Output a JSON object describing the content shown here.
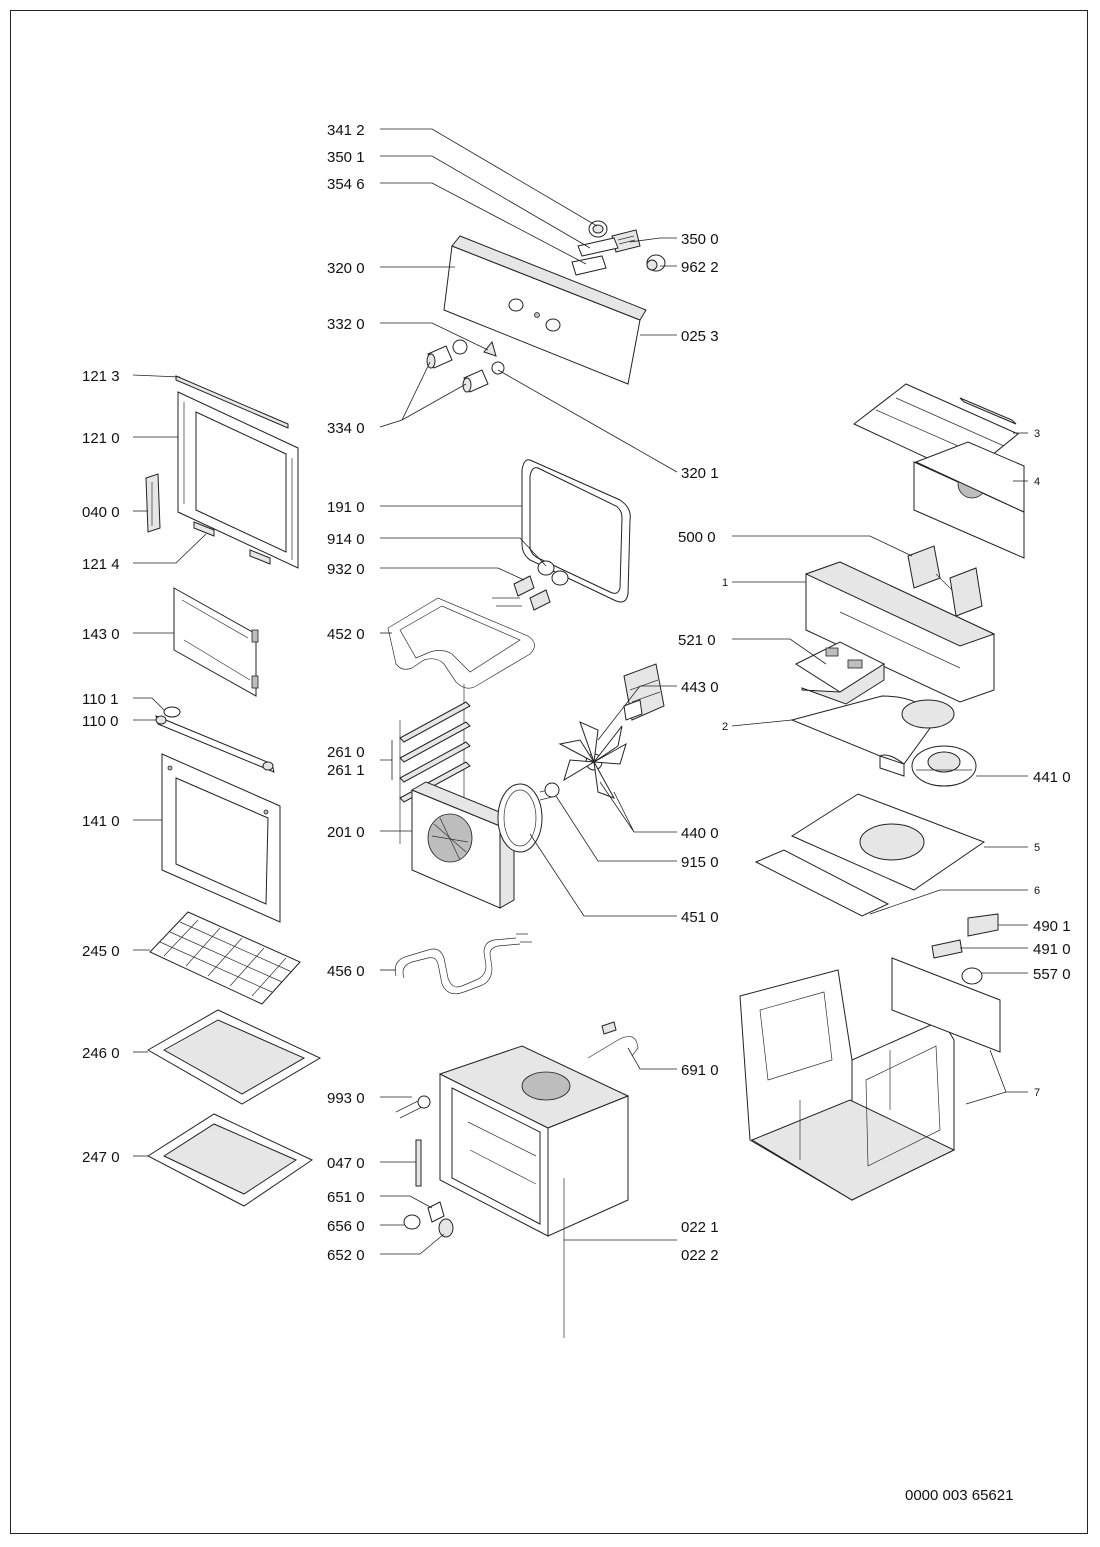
{
  "diagram": {
    "reference_number": "0000 003 65621",
    "callouts": [
      {
        "id": "c-3412",
        "text": "341 2"
      },
      {
        "id": "c-3501",
        "text": "350 1"
      },
      {
        "id": "c-3546",
        "text": "354 6"
      },
      {
        "id": "c-3500",
        "text": "350 0"
      },
      {
        "id": "c-9622",
        "text": "962 2"
      },
      {
        "id": "c-3200",
        "text": "320 0"
      },
      {
        "id": "c-0253",
        "text": "025 3"
      },
      {
        "id": "c-3320",
        "text": "332 0"
      },
      {
        "id": "c-1213",
        "text": "121 3"
      },
      {
        "id": "c-3340",
        "text": "334 0"
      },
      {
        "id": "c-1210",
        "text": "121 0"
      },
      {
        "id": "c-3201",
        "text": "320 1"
      },
      {
        "id": "c-3",
        "text": "3"
      },
      {
        "id": "c-4",
        "text": "4"
      },
      {
        "id": "c-1910",
        "text": "191 0"
      },
      {
        "id": "c-0400",
        "text": "040 0"
      },
      {
        "id": "c-9140",
        "text": "914 0"
      },
      {
        "id": "c-5000",
        "text": "500 0"
      },
      {
        "id": "c-1214",
        "text": "121 4"
      },
      {
        "id": "c-9320",
        "text": "932 0"
      },
      {
        "id": "c-1",
        "text": "1"
      },
      {
        "id": "c-1430",
        "text": "143 0"
      },
      {
        "id": "c-4520",
        "text": "452 0"
      },
      {
        "id": "c-5210",
        "text": "521 0"
      },
      {
        "id": "c-4430",
        "text": "443 0"
      },
      {
        "id": "c-1101",
        "text": "110 1"
      },
      {
        "id": "c-1100",
        "text": "110 0"
      },
      {
        "id": "c-2",
        "text": "2"
      },
      {
        "id": "c-2610",
        "text": "261 0"
      },
      {
        "id": "c-2611",
        "text": "261 1"
      },
      {
        "id": "c-4410",
        "text": "441 0"
      },
      {
        "id": "c-1410",
        "text": "141 0"
      },
      {
        "id": "c-2010",
        "text": "201 0"
      },
      {
        "id": "c-4400",
        "text": "440 0"
      },
      {
        "id": "c-9150",
        "text": "915 0"
      },
      {
        "id": "c-5",
        "text": "5"
      },
      {
        "id": "c-6",
        "text": "6"
      },
      {
        "id": "c-4510",
        "text": "451 0"
      },
      {
        "id": "c-4901",
        "text": "490 1"
      },
      {
        "id": "c-2450",
        "text": "245 0"
      },
      {
        "id": "c-4910",
        "text": "491 0"
      },
      {
        "id": "c-4560",
        "text": "456 0"
      },
      {
        "id": "c-5570",
        "text": "557 0"
      },
      {
        "id": "c-2460",
        "text": "246 0"
      },
      {
        "id": "c-6910",
        "text": "691 0"
      },
      {
        "id": "c-9930",
        "text": "993 0"
      },
      {
        "id": "c-7",
        "text": "7"
      },
      {
        "id": "c-2470",
        "text": "247 0"
      },
      {
        "id": "c-0470",
        "text": "047 0"
      },
      {
        "id": "c-6510",
        "text": "651 0"
      },
      {
        "id": "c-0221",
        "text": "022 1"
      },
      {
        "id": "c-6560",
        "text": "656 0"
      },
      {
        "id": "c-0222",
        "text": "022 2"
      },
      {
        "id": "c-6520",
        "text": "652 0"
      }
    ]
  }
}
